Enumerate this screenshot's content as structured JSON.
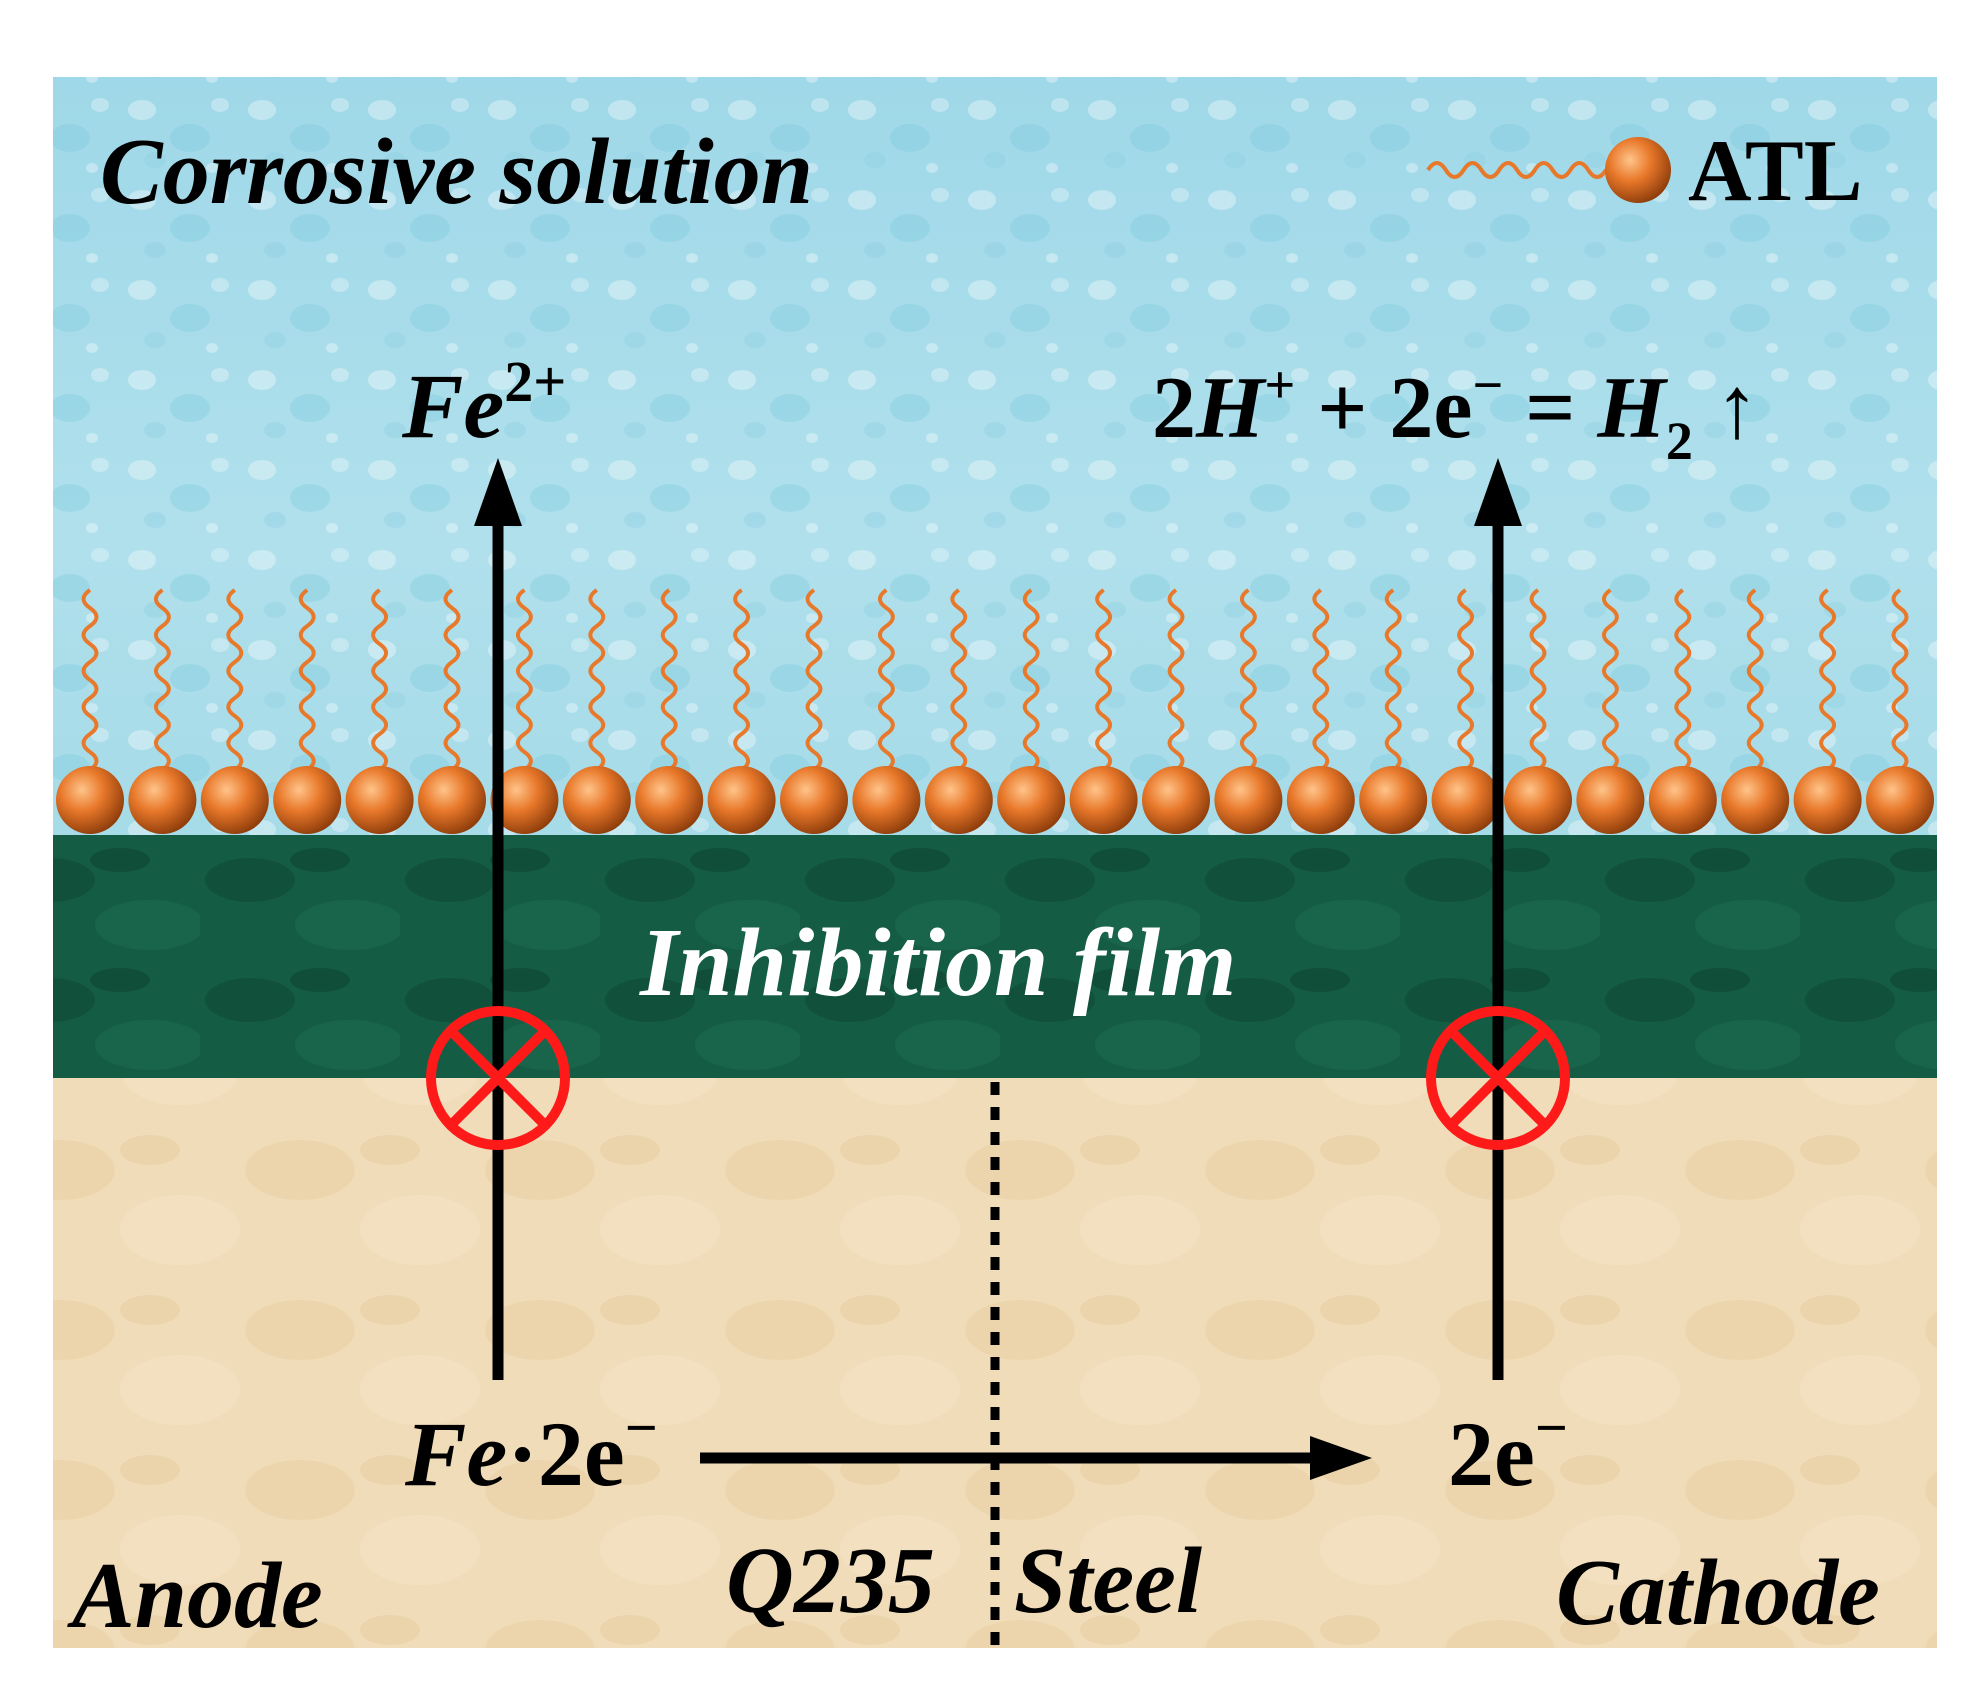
{
  "labels": {
    "solution": "Corrosive solution",
    "legend": "ATL",
    "film": "Inhibition film",
    "anode": "Anode",
    "q235": "Q235",
    "steel": "Steel",
    "cathode": "Cathode"
  },
  "equations": {
    "fe_ion": {
      "base": "Fe",
      "sup": "2+"
    },
    "hydrogen": {
      "p1": "2",
      "p2": "H",
      "p3": "+",
      "p4": " + 2e",
      "p5": "−",
      "p6": " = ",
      "p7": "H",
      "p8": "2",
      "p9": " ↑"
    },
    "fe_oxidation": {
      "p1": "Fe",
      "p2": "·2e",
      "p3": "−"
    },
    "electrons": {
      "base": "2e",
      "sup": "−"
    }
  },
  "colors": {
    "solution": "#a8dcea",
    "film": "#135c43",
    "steel": "#f0dcb7",
    "molecule": "#e8782a",
    "block_mark": "#ff1a1a",
    "arrow": "#000000"
  },
  "molecules": {
    "count": 26
  },
  "icons": {
    "blocked": "circle-x-icon",
    "molecule": "atl-molecule-icon"
  }
}
